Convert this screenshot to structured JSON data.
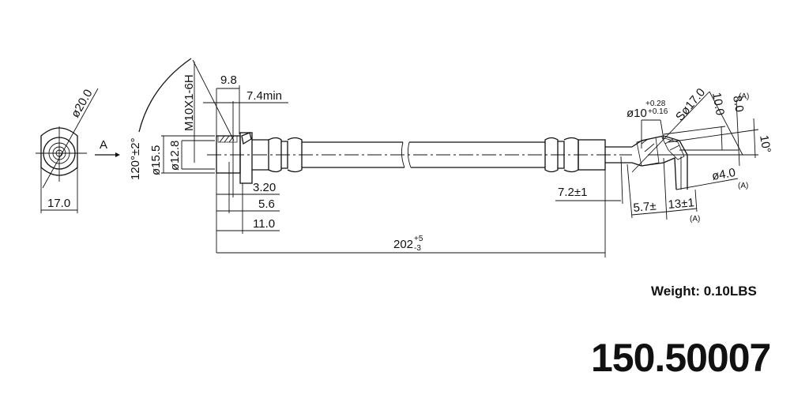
{
  "drawing": {
    "end_view": {
      "view_label": "A",
      "diameter": "ø20.0",
      "width": "17.0"
    },
    "left_fitting": {
      "angle": "120°±2°",
      "thread": "M10X1-6H",
      "outer_diameter": "ø15.5",
      "inner_diameter": "ø12.8",
      "dim_9_8": "9.8",
      "dim_7_4": "7.4min",
      "dim_3_20": "3.20",
      "dim_5_6": "5.6",
      "dim_11_0": "11.0"
    },
    "overall_length": {
      "nominal": "202",
      "tol_plus": "+5",
      "tol_minus": "-3"
    },
    "right_fitting": {
      "dim_7_2": "7.2±1",
      "dim_5_7": "5.7±",
      "dim_13": "13±1",
      "bore": "ø10",
      "bore_tol_plus": "+0.28",
      "bore_tol_minus": "+0.16",
      "sphere": "Sø17.0",
      "dim_10_0": "10.0",
      "dim_8_0": "8.0",
      "angle": "10°",
      "hole": "ø4.0",
      "ref_a": "(A)"
    }
  },
  "weight": "Weight: 0.10LBS",
  "part_number": "150.50007"
}
